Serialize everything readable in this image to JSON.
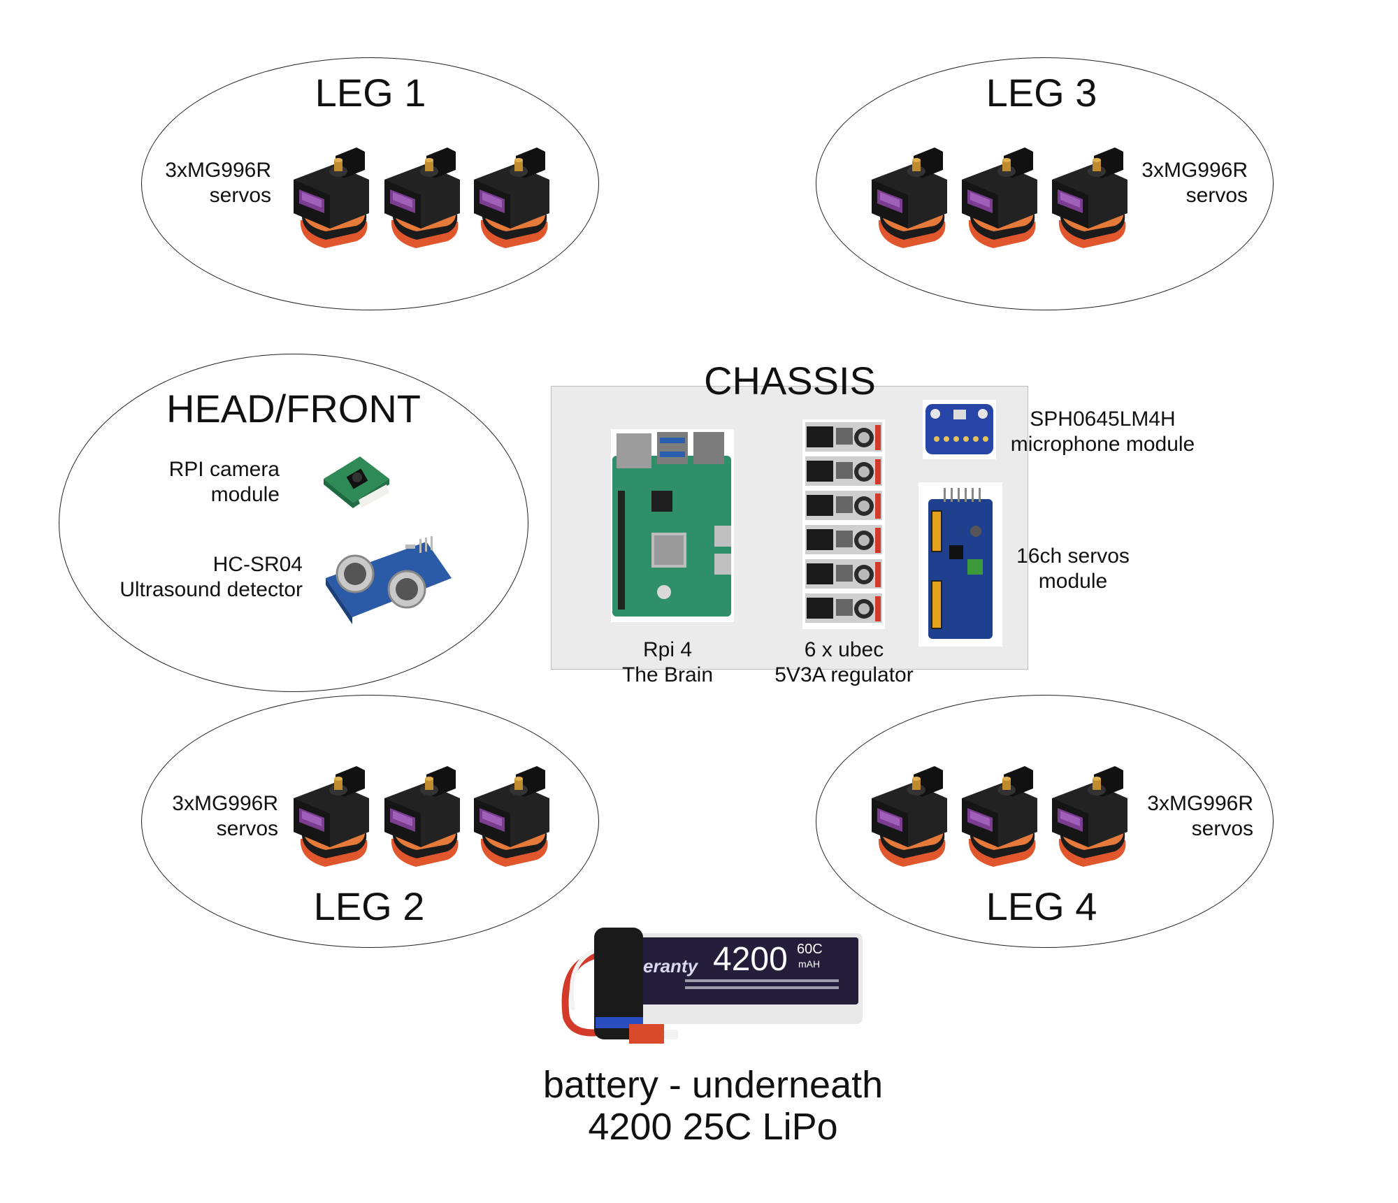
{
  "leg1": {
    "title": "LEG 1",
    "label": "3xMG996R\nservos"
  },
  "leg3": {
    "title": "LEG 3",
    "label": "3xMG996R\nservos"
  },
  "leg2": {
    "title": "LEG 2",
    "label": "3xMG996R\nservos"
  },
  "leg4": {
    "title": "LEG 4",
    "label": "3xMG996R\nservos"
  },
  "head": {
    "title": "HEAD/FRONT",
    "camera_label": "RPI camera\nmodule",
    "ultrasound_label": "HC-SR04\nUltrasound detector"
  },
  "chassis": {
    "title": "CHASSIS",
    "rpi_label": "Rpi 4\nThe Brain",
    "ubec_label": "6 x ubec\n5V3A regulator",
    "mic_label": "SPH0645LM4H\nmicrophone module",
    "servo_module_label": "16ch servos\nmodule"
  },
  "battery": {
    "label": "battery - underneath\n4200 25C LiPo",
    "pack_capacity": "4200",
    "pack_rating": "60C",
    "pack_unit": "mAH",
    "pack_brand": "eranty"
  },
  "colors": {
    "servo_body": "#1b1b1b",
    "servo_sticker": "#7a3d8f",
    "servo_cable": "#e0562d",
    "pcb_green": "#2e8b57",
    "pcb_blue": "#1f3f8f",
    "chassis_bg": "#ebebeb"
  }
}
